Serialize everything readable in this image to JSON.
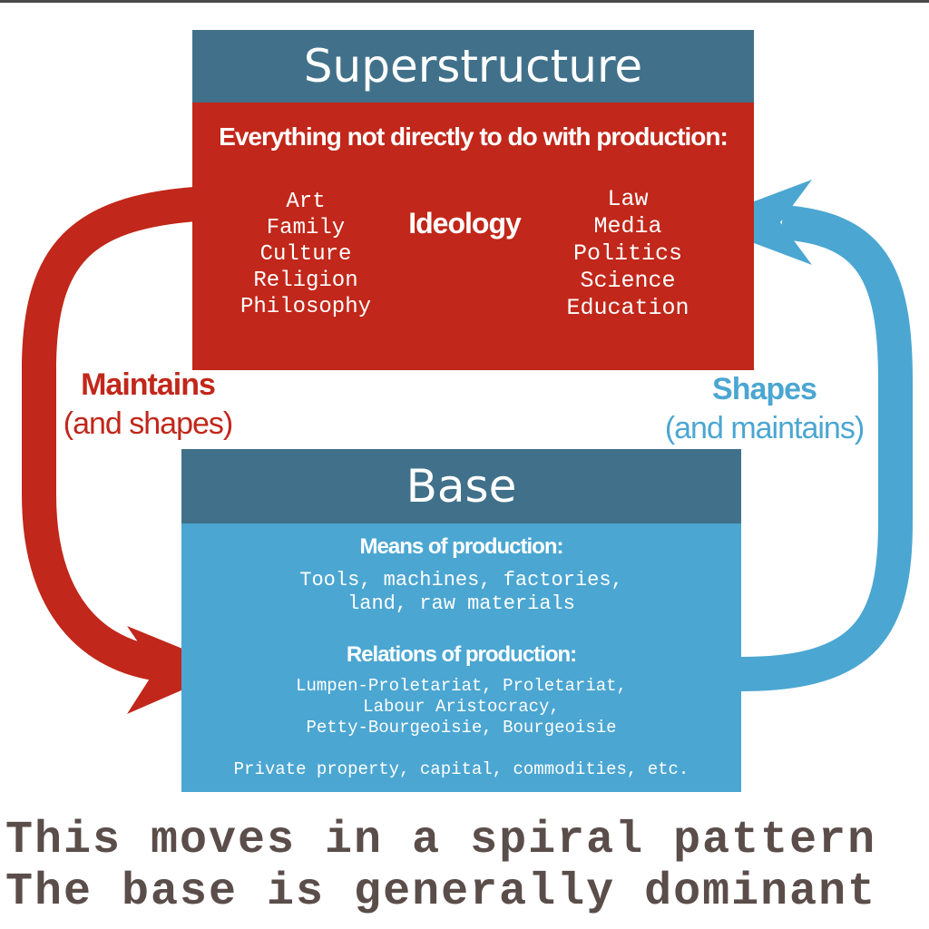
{
  "superstructure": {
    "title": "Superstructure",
    "subtitle": "Everything not directly to do with production:",
    "center_label": "Ideology",
    "left_items": [
      "Art",
      "Family",
      "Culture",
      "Religion",
      "Philosophy"
    ],
    "right_items": [
      "Law",
      "Media",
      "Politics",
      "Science",
      "Education"
    ]
  },
  "base": {
    "title": "Base",
    "means_heading": "Means of production:",
    "means_lines": [
      "Tools, machines, factories,",
      "land, raw materials"
    ],
    "relations_heading": "Relations of production:",
    "relations_lines": [
      "Lumpen-Proletariat, Proletariat,",
      "Labour Aristocracy,",
      "Petty-Bourgeoisie, Bourgeoisie"
    ],
    "footer_line": "Private property, capital, commodities, etc."
  },
  "left_arrow": {
    "label": "Maintains",
    "sublabel": "(and shapes)",
    "color": "#c1271a"
  },
  "right_arrow": {
    "label": "Shapes",
    "sublabel": "(and maintains)",
    "color": "#4ba6d2"
  },
  "caption": {
    "line1": "This moves in a spiral pattern",
    "line2": "The base is generally dominant"
  },
  "colors": {
    "header": "#41718a",
    "superstructure_body": "#c1271a",
    "base_body": "#4ba6d2",
    "caption": "#5a4d4a"
  }
}
